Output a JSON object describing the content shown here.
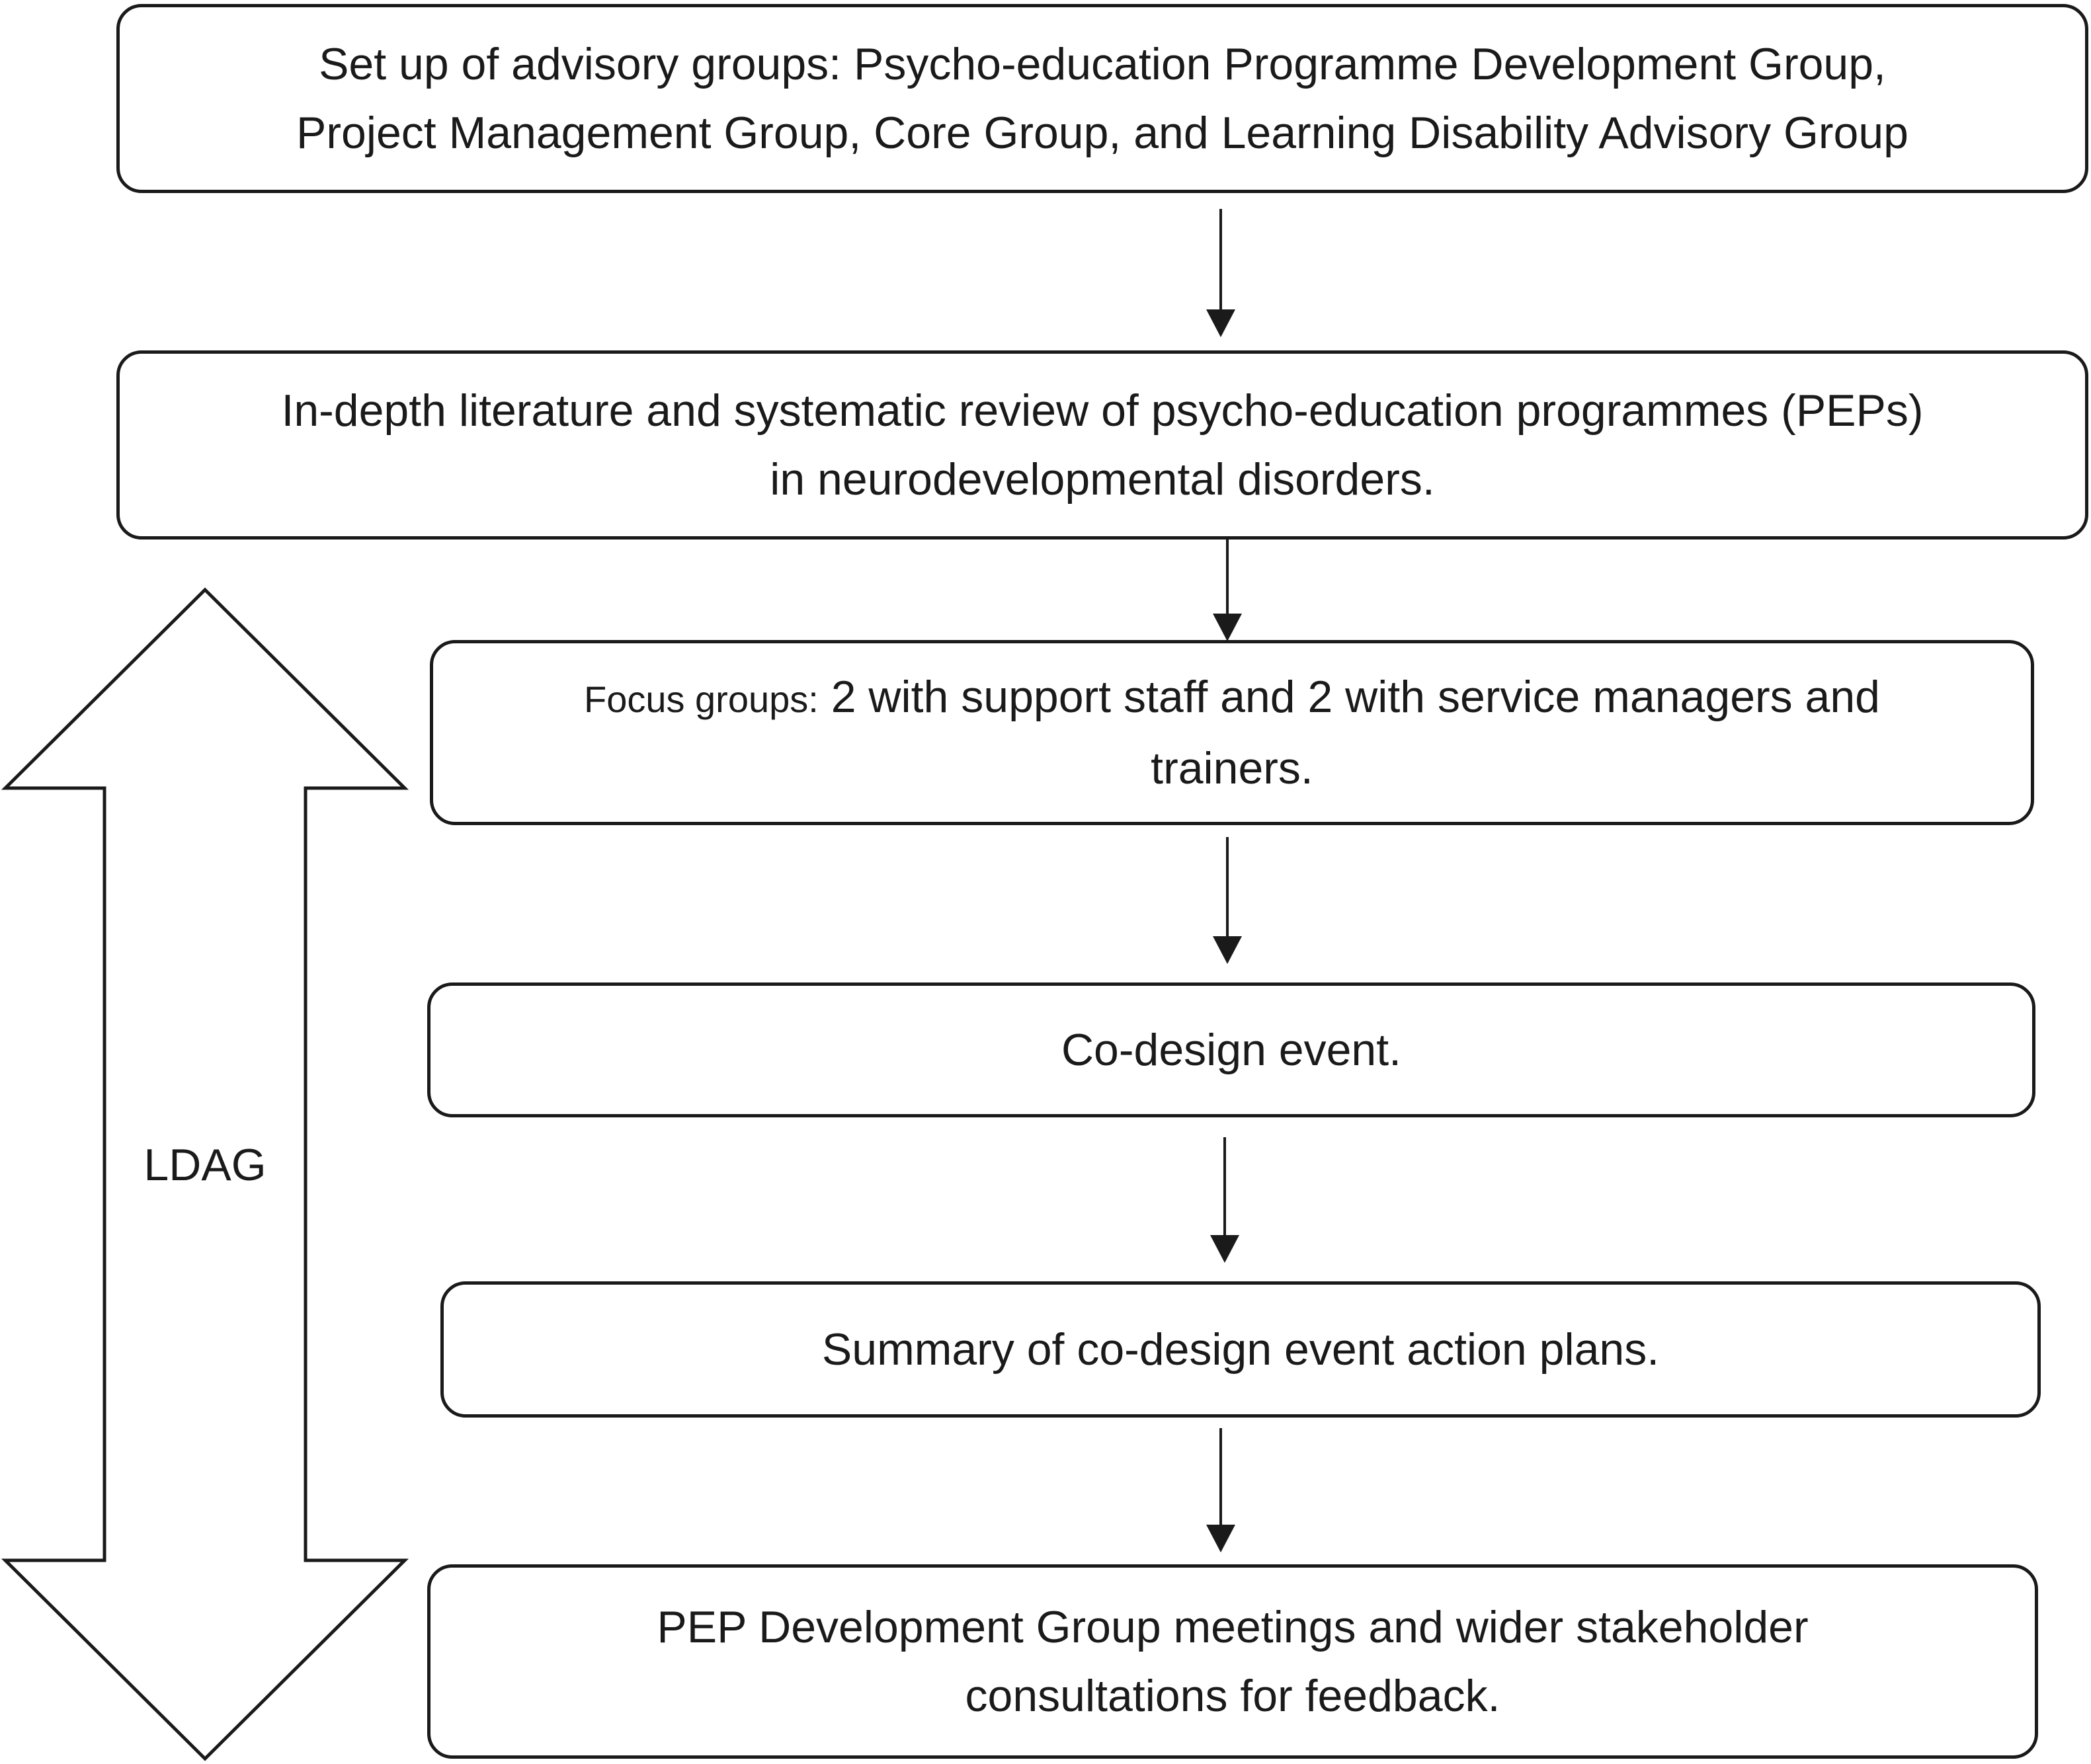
{
  "steps": [
    {
      "lines": [
        "Set up of advisory groups: Psycho-education Programme Development Group,",
        "Project Management Group, Core Group, and Learning Disability Advisory Group"
      ]
    },
    {
      "lines": [
        "In-depth literature and systematic review of psycho-education programmes (PEPs)",
        "in neurodevelopmental disorders."
      ]
    },
    {
      "lead": "Focus groups:",
      "lines": [
        " 2 with support staff and 2 with service managers and",
        "trainers."
      ]
    },
    {
      "lines": [
        "Co-design event."
      ]
    },
    {
      "lines": [
        "Summary of co-design event action plans."
      ]
    },
    {
      "lines": [
        "PEP Development Group meetings and wider stakeholder",
        "consultations for feedback."
      ]
    }
  ],
  "side_arrow": {
    "label": "LDAG"
  },
  "colors": {
    "stroke": "#1a1a1a",
    "background": "#ffffff"
  }
}
